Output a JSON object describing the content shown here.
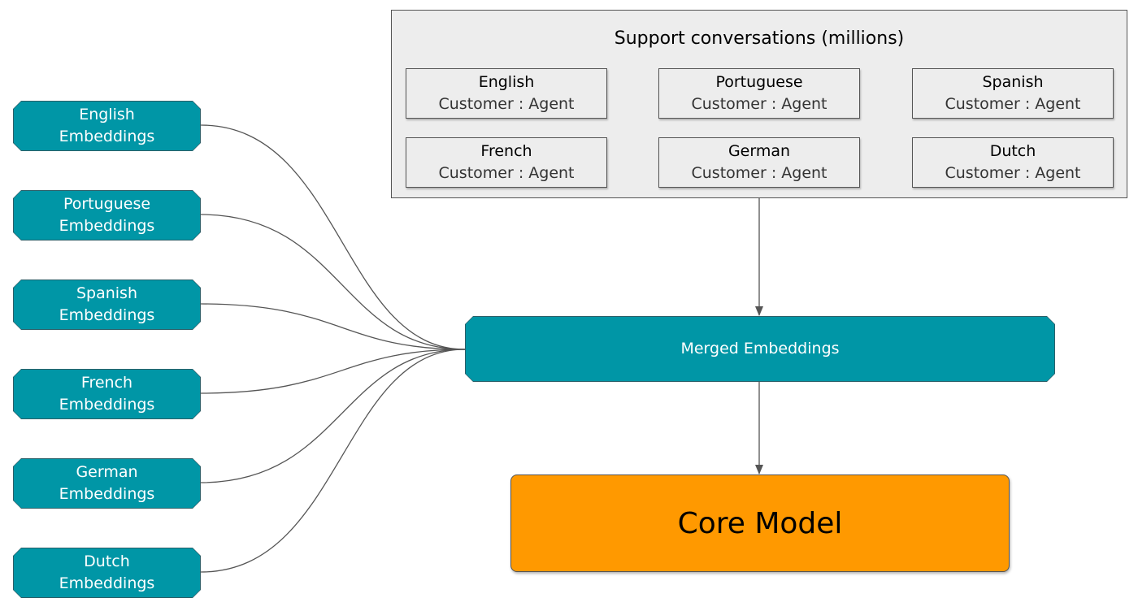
{
  "support_box": {
    "title": "Support conversations (millions)",
    "cells": [
      {
        "name": "English",
        "roles": "Customer :  Agent"
      },
      {
        "name": "Portuguese",
        "roles": "Customer :  Agent"
      },
      {
        "name": "Spanish",
        "roles": "Customer :  Agent"
      },
      {
        "name": "French",
        "roles": "Customer :  Agent"
      },
      {
        "name": "German",
        "roles": "Customer :  Agent"
      },
      {
        "name": "Dutch",
        "roles": "Customer :  Agent"
      }
    ]
  },
  "embedding_nodes": [
    {
      "line1": "English",
      "line2": "Embeddings"
    },
    {
      "line1": "Portuguese",
      "line2": "Embeddings"
    },
    {
      "line1": "Spanish",
      "line2": "Embeddings"
    },
    {
      "line1": "French",
      "line2": "Embeddings"
    },
    {
      "line1": "German",
      "line2": "Embeddings"
    },
    {
      "line1": "Dutch",
      "line2": "Embeddings"
    }
  ],
  "merged": {
    "label": "Merged Embeddings"
  },
  "core_model": {
    "label": "Core Model"
  },
  "colors": {
    "node_teal": "#0096a6",
    "core_orange": "#ff9900",
    "support_gray": "#ededed",
    "connector": "#555555"
  }
}
